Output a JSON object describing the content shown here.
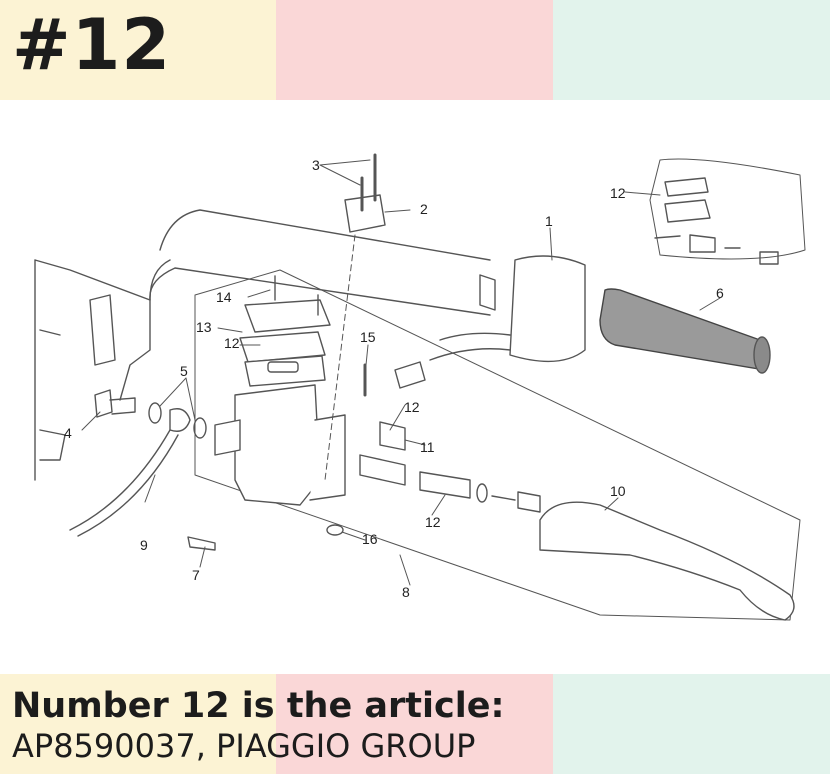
{
  "header": {
    "title": "#12"
  },
  "caption": {
    "line1": "Number 12 is the article:",
    "line2": "AP8590037, PIAGGIO GROUP"
  },
  "colors": {
    "yellow": "#fcf3d4",
    "pink": "#fad7d7",
    "mint": "#e2f3ec",
    "text": "#1c1c1c",
    "line": "#444444"
  },
  "diagram": {
    "callouts": [
      "1",
      "2",
      "3",
      "4",
      "5",
      "6",
      "7",
      "8",
      "9",
      "10",
      "11",
      "12",
      "12",
      "12",
      "12",
      "13",
      "14",
      "15",
      "16"
    ]
  }
}
